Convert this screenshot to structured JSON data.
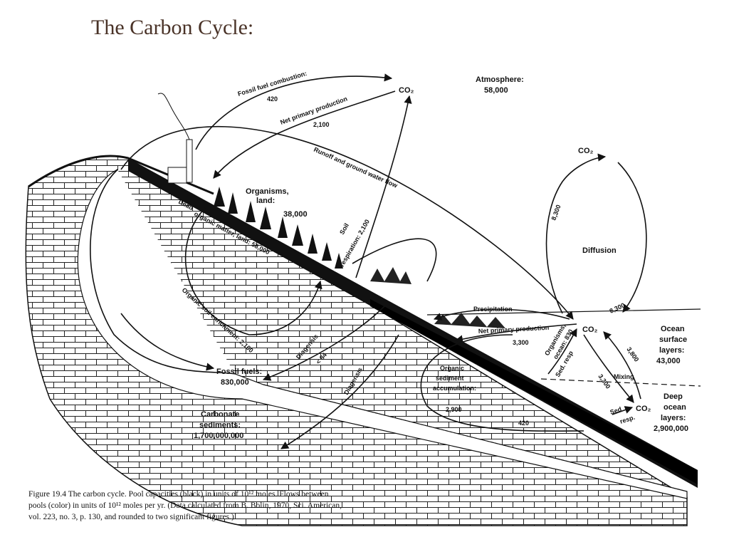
{
  "slide": {
    "title": "The Carbon Cycle:"
  },
  "labels": {
    "fossil_fuel_combustion": "Fossil fuel combustion:",
    "fossil_fuel_combustion_value": "420",
    "co2": "CO₂",
    "atmosphere": "Atmosphere:",
    "atmosphere_value": "58,000",
    "net_primary_production": "Net primary production",
    "net_primary_production_value": "2,100",
    "runoff": "Runoff and ground water flow",
    "organisms_land": "Organisms,",
    "organisms_land_2": "land:",
    "organisms_land_value": "38,000",
    "soil_respiration": "Soil",
    "soil_respiration_2": "respiration: 2,100",
    "dead_organic": "Dead",
    "dead_organic_2": "organic matter, land: 58,000",
    "organic_soil_enrichment": "Organic soil enrichment: 2,100",
    "diffusion": "Diffusion",
    "diffusion_up_value": "8,300",
    "diffusion_down_value": "8,300",
    "precipitation": "Precipitation",
    "ocean_npp": "Net primary production",
    "ocean_npp_value": "3,300",
    "organisms_ocean": "Organisms,",
    "organisms_ocean_2": "ocean: 830",
    "sed_resp": "Sed. resp",
    "ocean_surface": "Ocean",
    "ocean_surface_2": "surface",
    "ocean_surface_3": "layers:",
    "ocean_surface_value": "43,000",
    "mixing": "Mixing",
    "mixing_up_value": "3,800",
    "mixing_down_value": "3,300",
    "deep_ocean": "Deep",
    "deep_ocean_2": "ocean",
    "deep_ocean_3": "layers:",
    "deep_ocean_value": "2,900,000",
    "sed": "Sed",
    "resp": "resp.",
    "diagenesis_1": "Diagensis",
    "diagenesis_1_value": "< 84",
    "diagenesis_2": "Diagensis",
    "fossil_fuels": "Fossil fuels:",
    "fossil_fuels_value": "830,000",
    "organic_sediment": "Organic",
    "organic_sediment_2": "sediment",
    "organic_sediment_3": "accumulation:",
    "organic_sediment_value": "2,900",
    "sediment_flow_value": "420",
    "carbonate": "Carbonate",
    "carbonate_2": "sediments:",
    "carbonate_value": "1,700,000,000"
  },
  "caption": {
    "line1": "Figure 19.4   The carbon cycle. Pool capacities (black) in units of 10¹² moles. Flows between",
    "line2": "pools (color) in units of 10¹² moles per yr. (Data calculated from B. Bolin, 1970, Sci. American,",
    "line3": "vol. 223, no. 3, p. 130, and rounded to two significant figures.)"
  }
}
